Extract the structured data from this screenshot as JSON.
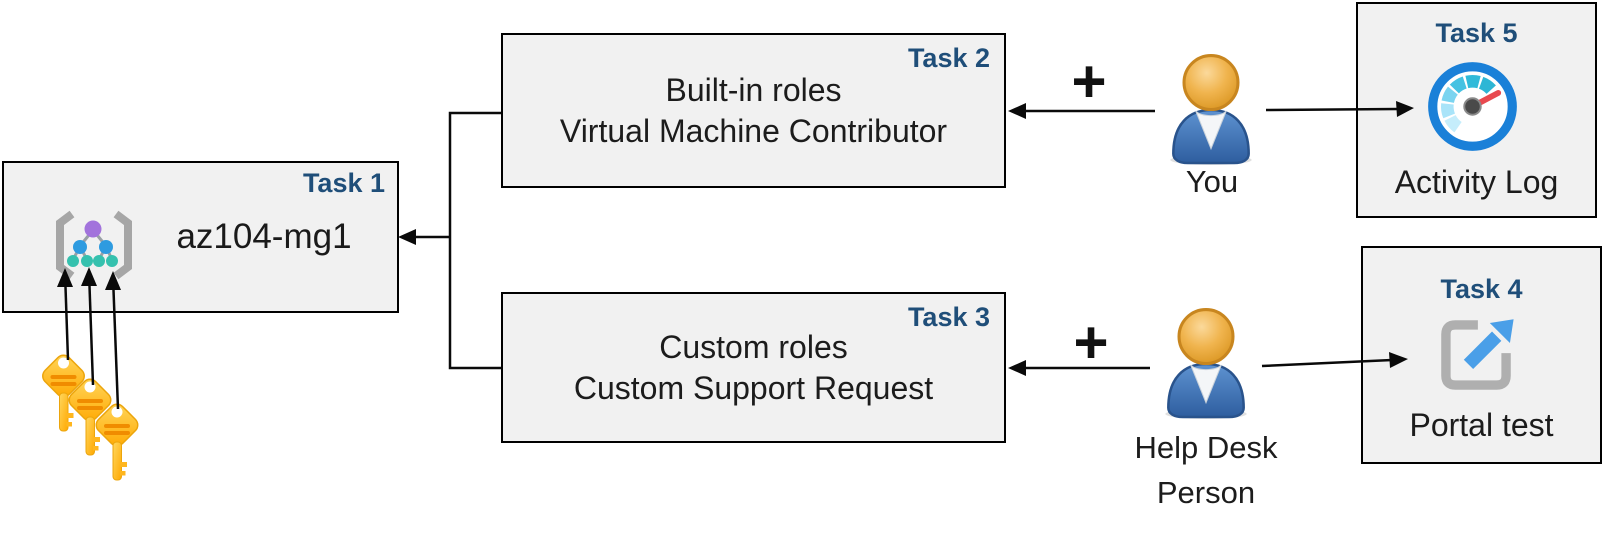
{
  "boxes": {
    "task1": {
      "badge": "Task 1",
      "name": "az104-mg1"
    },
    "task2": {
      "badge": "Task 2",
      "lines": [
        "Built-in roles",
        "Virtual Machine Contributor"
      ]
    },
    "task3": {
      "badge": "Task 3",
      "lines": [
        "Custom roles",
        "Custom Support Request"
      ]
    },
    "task4": {
      "badge": "Task 4",
      "caption": "Portal test"
    },
    "task5": {
      "badge": "Task 5",
      "caption": "Activity Log"
    }
  },
  "actors": {
    "you": {
      "label": "You"
    },
    "help_desk": {
      "line1": "Help Desk",
      "line2": "Person"
    }
  },
  "operators": {
    "plus_top": "+",
    "plus_bottom": "+"
  },
  "icons": {
    "task1_icon": "management-group-icon",
    "task4_icon": "external-link-icon",
    "task5_icon": "gauge-icon",
    "actor_icon": "person-icon",
    "credentials_icon": "key-icon"
  },
  "colors": {
    "box_fill": "#F1F1F1",
    "box_border": "#000000",
    "task_label_blue": "#1F4E79",
    "text": "#1C1C1C",
    "arrow": "#000000",
    "key_gold": "#FFC21E",
    "key_ridge_orange": "#F08C00",
    "gauge_ring_blue": "#1A80D8",
    "gauge_segment_light": "#C5EDFB",
    "gauge_segment_cyan": "#2DB6D5",
    "needle_red": "#E8494F",
    "portal_gray": "#AFAFAF",
    "portal_arrow_blue": "#4A9FE8",
    "person_body_blue": "#3B6FAF",
    "person_head_gold": "#ECB24C",
    "mg_purple": "#A273DC",
    "mg_blue": "#2E9BE0",
    "mg_teal": "#35C1AE",
    "mg_bracket_gray": "#A6A6A6"
  }
}
